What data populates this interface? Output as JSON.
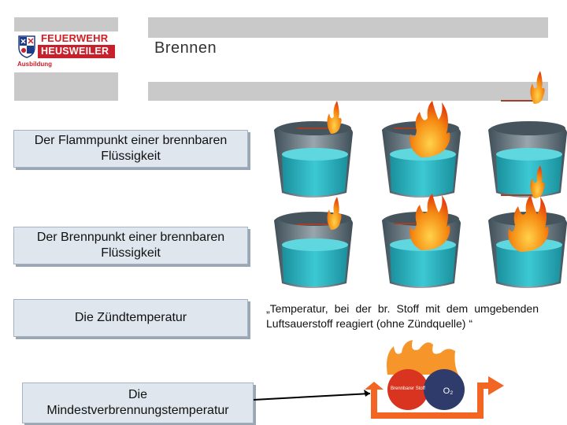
{
  "header": {
    "title": "Brennen",
    "logo": {
      "line1": "FEUERWEHR",
      "line2": "HEUSWEILER",
      "line3": "Ausbildung"
    }
  },
  "labels": {
    "flammpunkt": "Der Flammpunkt einer brennbaren Flüssigkeit",
    "brennpunkt": "Der Brennpunkt einer brennbaren Flüssigkeit",
    "zuendtemperatur": "Die Zündtemperatur",
    "mindest_line1": "Die",
    "mindest_line2": "Mindestverbrennungstemperatur"
  },
  "quote": "„Temperatur, bei der br. Stoff mit dem umgebenden Luftsauerstoff reagiert (ohne Zündquelle) “",
  "diagram": {
    "left_circle": "Brennbarer Stoff",
    "right_circle": "O₂"
  },
  "colors": {
    "header_gray": "#c9c9c9",
    "logo_red": "#c8202a",
    "box_fill": "#dfe6ee",
    "water": "#2bb3c0",
    "flame_orange": "#f07a10",
    "arrow_orange": "#f26522"
  }
}
